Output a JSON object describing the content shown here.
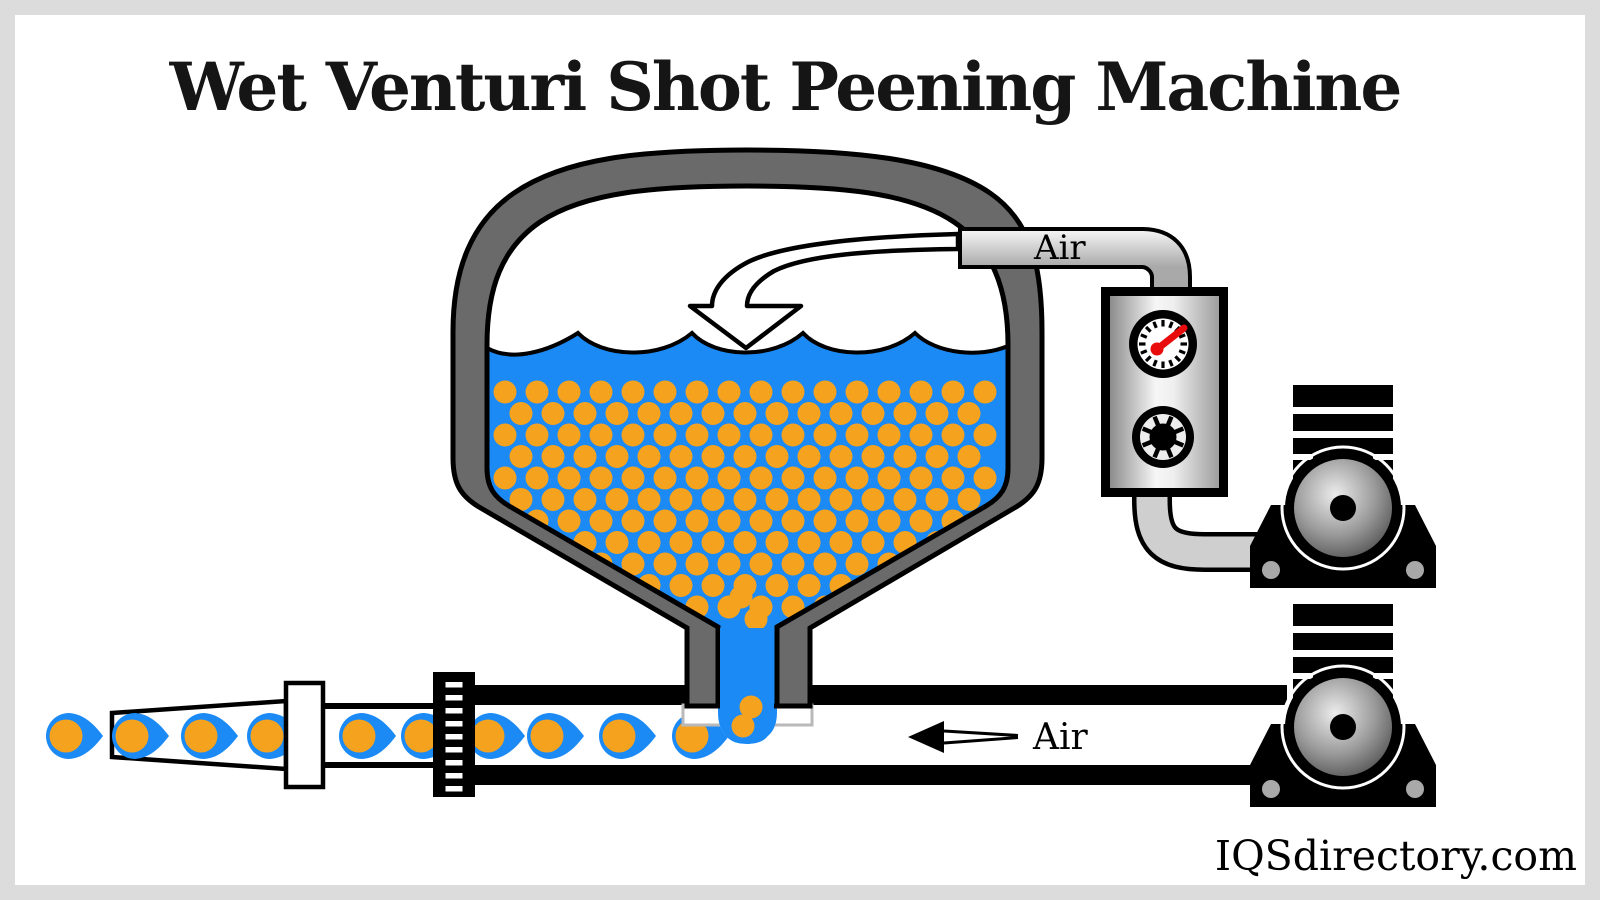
{
  "title": "Wet Venturi Shot Peening Machine",
  "watermark": "IQSdirectory.com",
  "labels": {
    "air_inlet": "Air",
    "air_flow": "Air"
  },
  "colors": {
    "water_blue": "#1b8af5",
    "shot_orange": "#f5a21f",
    "hopper_gray": "#6a6a6a",
    "outline_black": "#000000",
    "frame_gray": "#dcdcdc",
    "needle_red": "#e80c0c",
    "pipe_light": "#d6d6d6",
    "bolt_gray": "#a9a9a9"
  }
}
